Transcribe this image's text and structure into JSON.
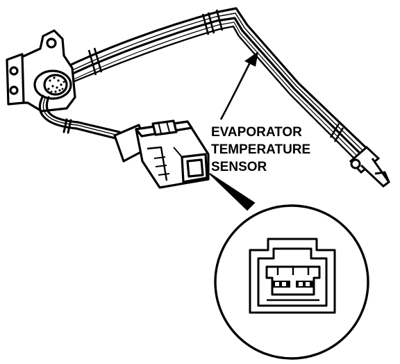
{
  "labels": {
    "sensor_line1": "EVAPORATOR",
    "sensor_line2": "TEMPERATURE",
    "sensor_line3": "SENSOR"
  },
  "colors": {
    "ink": "#000000",
    "paper": "#ffffff"
  }
}
